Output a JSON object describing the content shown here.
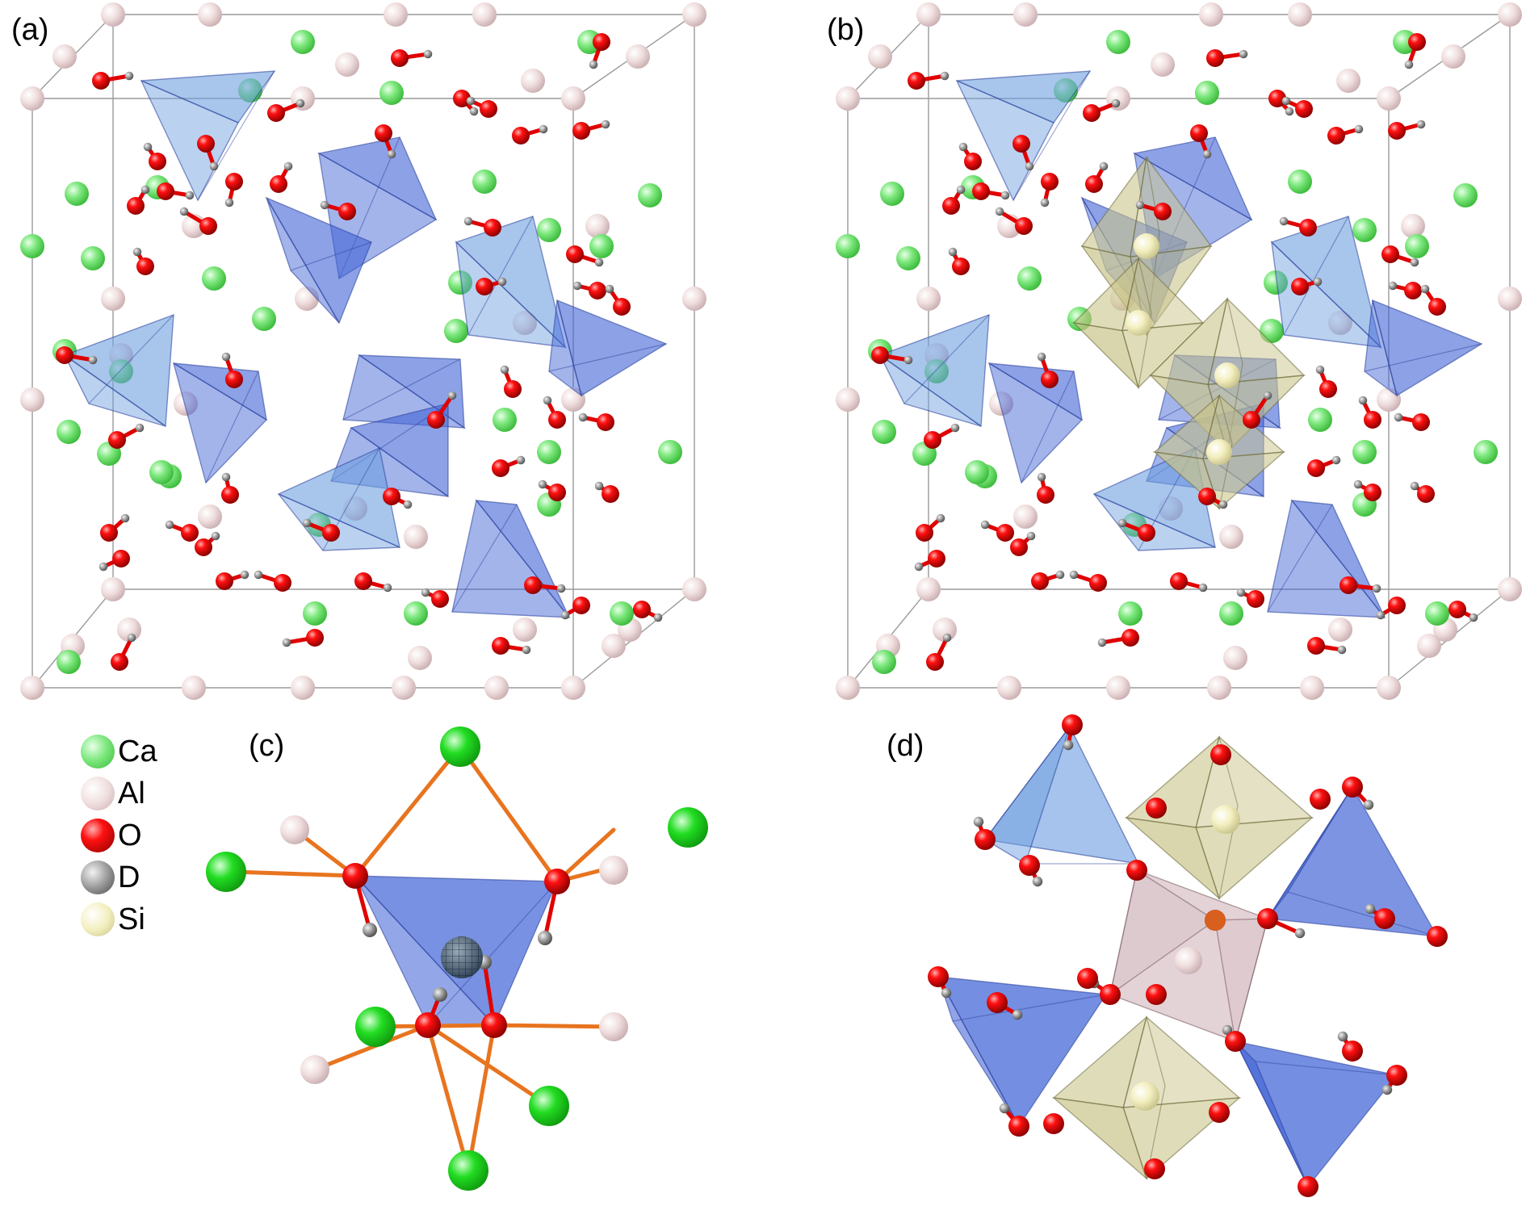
{
  "panels": {
    "a": "(a)",
    "b": "(b)",
    "c": "(c)",
    "d": "(d)"
  },
  "legend": [
    {
      "symbol": "Ca",
      "color_key": "Ca"
    },
    {
      "symbol": "Al",
      "color_key": "Al"
    },
    {
      "symbol": "O",
      "color_key": "O"
    },
    {
      "symbol": "D",
      "color_key": "D"
    },
    {
      "symbol": "Si",
      "color_key": "Si"
    }
  ],
  "colors": {
    "Ca": "#6fe46f",
    "Ca_dark": "#2bd12b",
    "Al": "#f1dcdc",
    "O": "#e00000",
    "D": "#8a8a8a",
    "Si": "#f2efb5",
    "tetra_blue": "#3f62d6",
    "tetra_light": "#6e9ee0",
    "octa_si": "#c9c48b",
    "octa_al": "#d9c3c8",
    "bond_orange": "#e8741f",
    "cell_line": "#9a9a9a"
  }
}
